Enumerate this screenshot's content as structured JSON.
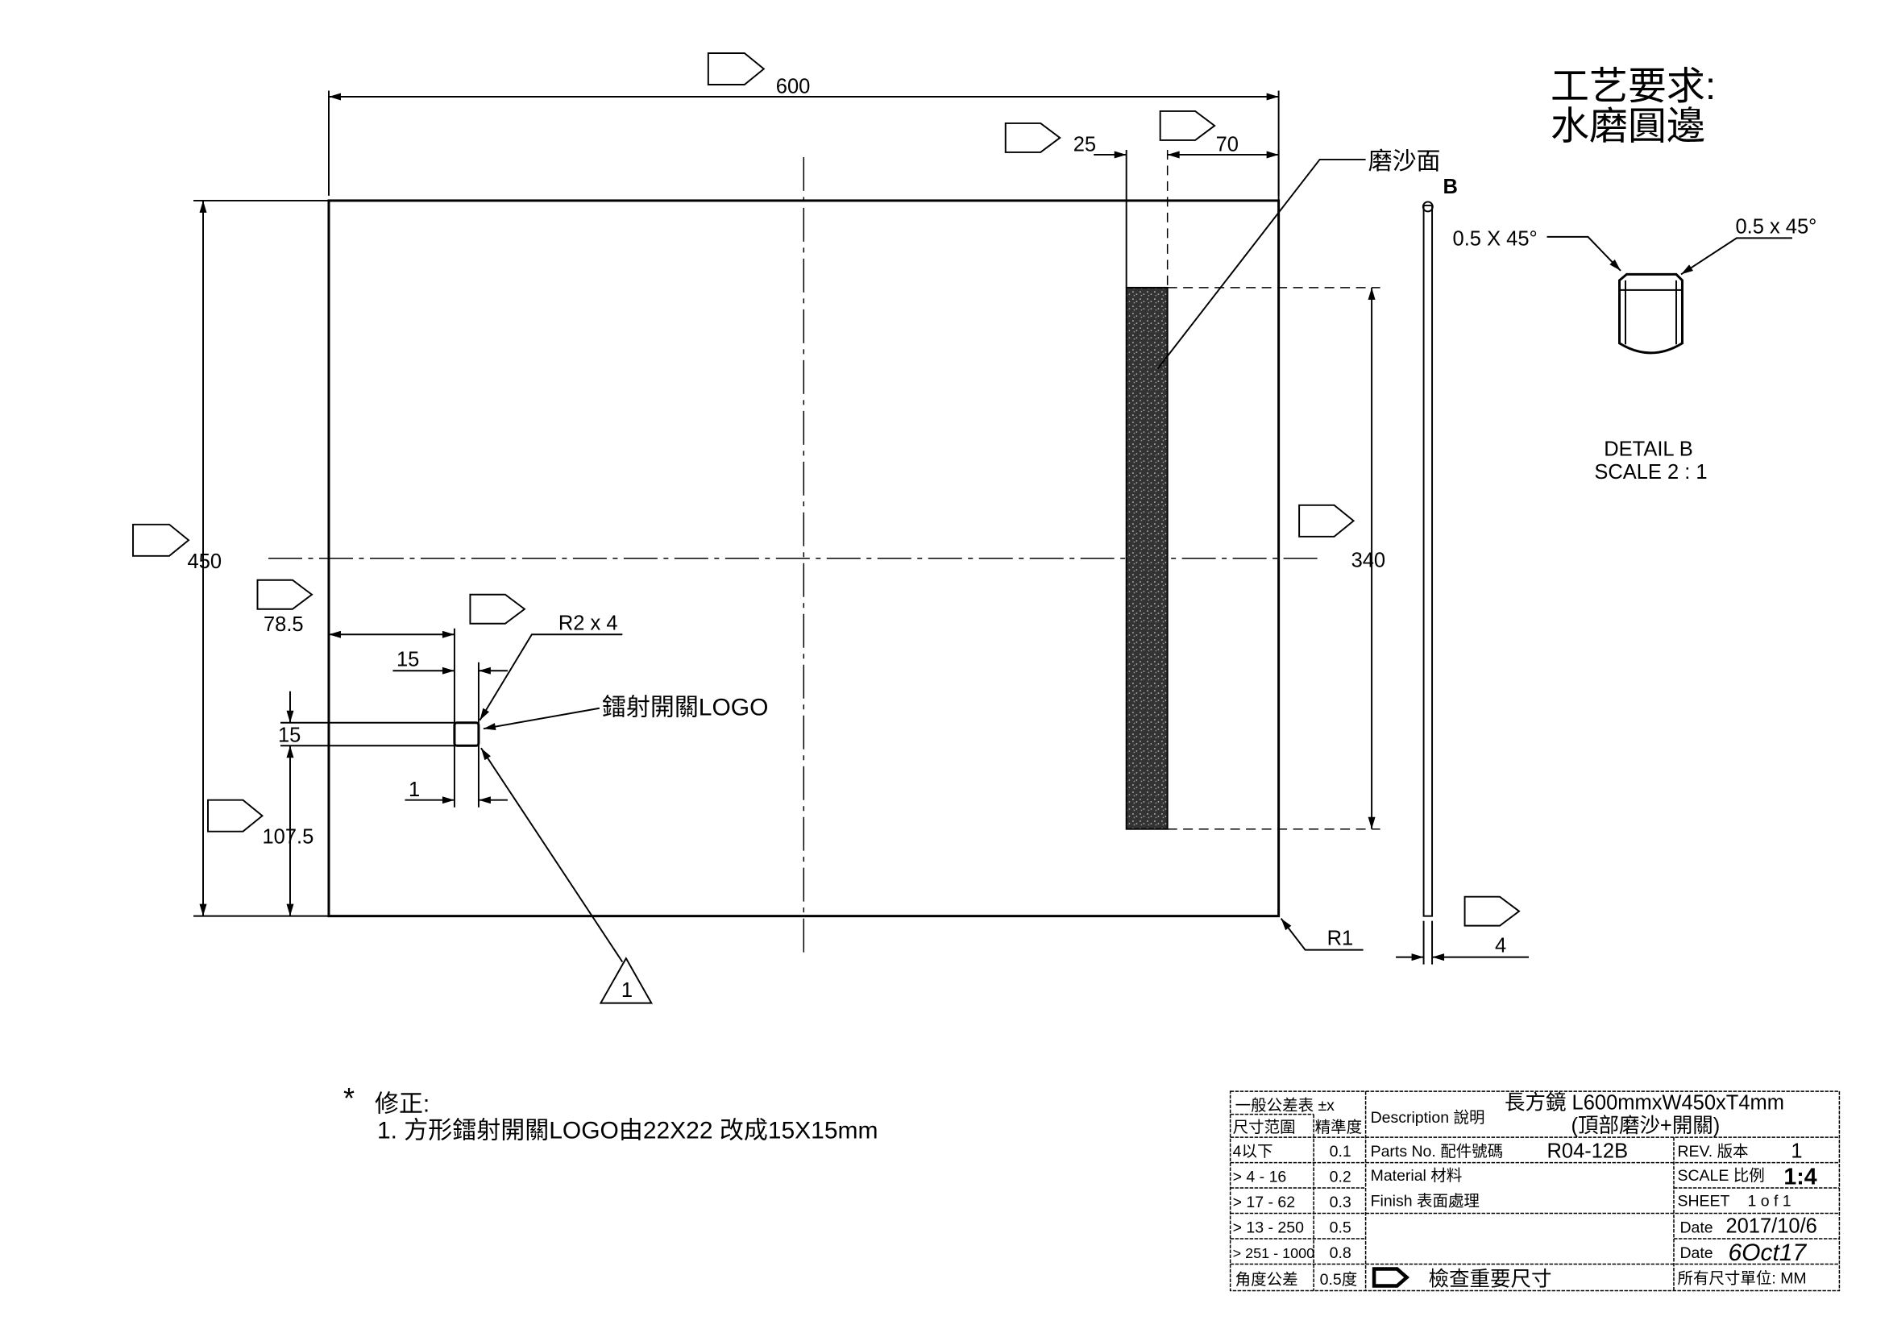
{
  "dimensions": {
    "width": "600",
    "height": "450",
    "strip_offset": "25",
    "strip_edge": "70",
    "strip_length": "340",
    "logo_x": "78.5",
    "logo_width": "15",
    "logo_height": "15",
    "logo_y": "107.5",
    "logo_gap": "1",
    "logo_radius": "R2 x 4",
    "corner_radius": "R1",
    "thickness": "4"
  },
  "labels": {
    "sanded_surface": "磨沙面",
    "laser_logo": "鐳射開關LOGO",
    "detail_marker": "B",
    "revision_marker": "1",
    "process_title": "工艺要求:",
    "process_item": "水磨圓邊"
  },
  "detail": {
    "chamfer_left": "0.5 X 45°",
    "chamfer_right": "0.5 x 45°",
    "title": "DETAIL B",
    "scale": "SCALE 2 : 1"
  },
  "notes": {
    "heading": "修正:",
    "item1": "1. 方形鐳射開關LOGO由22X22 改成15X15mm"
  },
  "title_block": {
    "tolerance_title": "一般公差表 ±x",
    "range_header": "尺寸范圍",
    "precision_header": "精準度",
    "tolerances": [
      {
        "range": "4以下",
        "value": "0.1"
      },
      {
        "range": "> 4 - 16",
        "value": "0.2"
      },
      {
        "range": "> 17 - 62",
        "value": "0.3"
      },
      {
        "range": "> 13 - 250",
        "value": "0.5"
      },
      {
        "range": "> 251 - 1000",
        "value": "0.8"
      }
    ],
    "angle_label": "角度公差",
    "angle_value": "0.5度",
    "description_label": "Description 說明",
    "description_line1": "長方鏡 L600mmxW450xT4mm",
    "description_line2": "(頂部磨沙+開關)",
    "parts_label": "Parts No. 配件號碼",
    "parts_value": "R04-12B",
    "material_label": "Material  材料",
    "finish_label": "Finish  表面處理",
    "check_label": "檢查重要尺寸",
    "rev_label": "REV. 版本",
    "rev_value": "1",
    "scale_label": "SCALE 比例",
    "scale_value": "1:4",
    "sheet_label": "SHEET",
    "sheet_value": "1 o f 1",
    "date_label": "Date",
    "date_value": "2017/10/6",
    "date2_label": "Date",
    "date2_value": "6Oct17",
    "units": "所有尺寸單位: MM"
  }
}
